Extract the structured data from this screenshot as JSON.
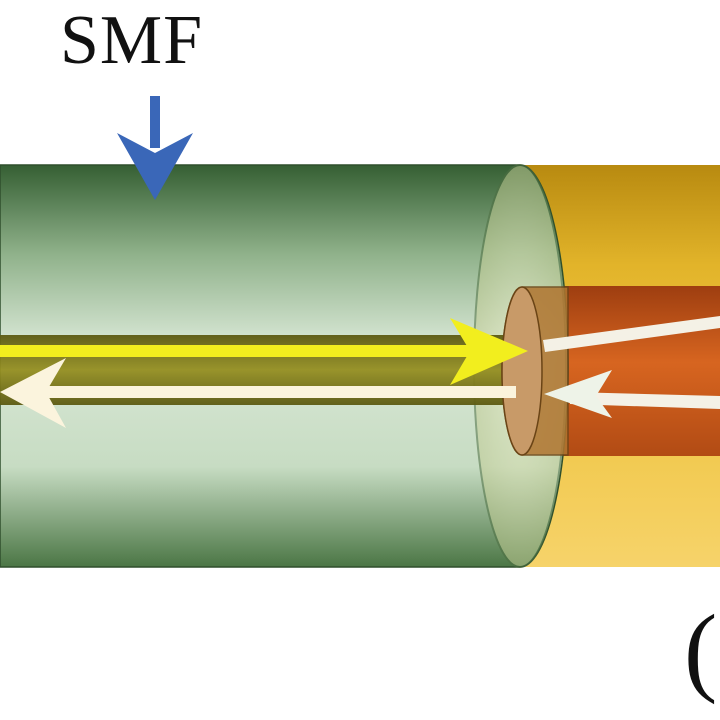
{
  "labels": {
    "fiber_label": "SMF",
    "panel_label": "("
  },
  "colors": {
    "smf_cladding_dark": "#3f6a3b",
    "smf_cladding_light": "#d6e6d4",
    "smf_core": "#7a7417",
    "second_fiber_outer": "#d9a71a",
    "second_fiber_core": "#c4561b",
    "pointer_arrow": "#3a67b8",
    "forward_beam": "#f2ee1e",
    "return_beam": "#fbf4dd"
  },
  "icons": {
    "pointer": "down-arrow",
    "forward_beam": "right-arrow",
    "return_beam": "left-arrow"
  }
}
